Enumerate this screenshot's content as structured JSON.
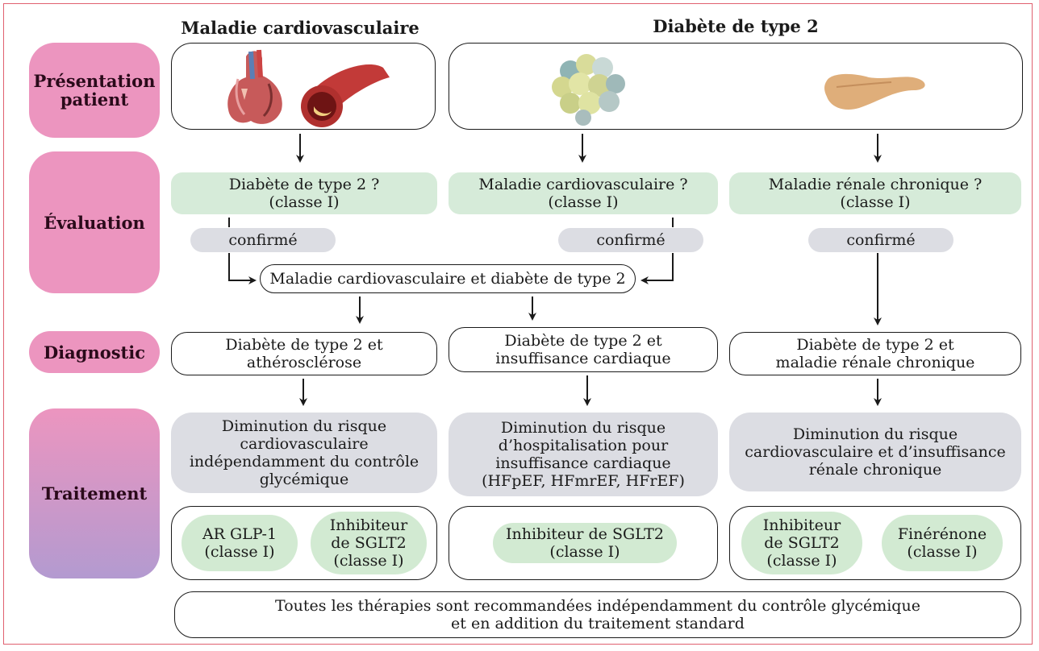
{
  "columns": {
    "cv_title": "Maladie cardiovasculaire",
    "db_title": "Diabète de type 2"
  },
  "rows": {
    "presentation": "Présentation\npatient",
    "evaluation": "Évaluation",
    "diagnostic": "Diagnostic",
    "traitement": "Traitement"
  },
  "evaluation": {
    "col1": "Diabète de type 2 ?\n(classe I)",
    "col2": "Maladie cardiovasculaire ?\n(classe I)",
    "col3": "Maladie rénale chronique ?\n(classe I)",
    "confirm1": "confirmé",
    "confirm2": "confirmé",
    "confirm3": "confirmé",
    "merge": "Maladie cardiovasculaire et diabète de type 2"
  },
  "diagnostic": {
    "col1": "Diabète de type 2 et\nathérosclérose",
    "col2": "Diabète de type 2 et\ninsuffisance cardiaque",
    "col3": "Diabète de type 2 et\nmaladie rénale chronique"
  },
  "treatment_goal": {
    "col1": "Diminution du risque\ncardiovasculaire\nindépendamment du contrôle\nglycémique",
    "col2": "Diminution du risque\nd’hospitalisation pour\ninsuffisance cardiaque\n(HFpEF, HFmrEF, HFrEF)",
    "col3": "Diminution du risque\ncardiovasculaire et d’insuffisance\nrénale chronique"
  },
  "therapies": {
    "c1a": "AR GLP-1\n(classe I)",
    "c1b": "Inhibiteur\nde SGLT2\n(classe I)",
    "c2a": "Inhibiteur de SGLT2\n(classe I)",
    "c3a": "Inhibiteur\nde SGLT2\n(classe I)",
    "c3b": "Finérénone\n(classe I)"
  },
  "footer": "Toutes les thérapies sont recommandées indépendamment du contrôle glycémique\net en addition du traitement standard",
  "colors": {
    "row_label_pink": "#ec95bf",
    "green_box": "#d6ebd9",
    "grey_box": "#dcdde3",
    "frame_border": "#e06070"
  }
}
